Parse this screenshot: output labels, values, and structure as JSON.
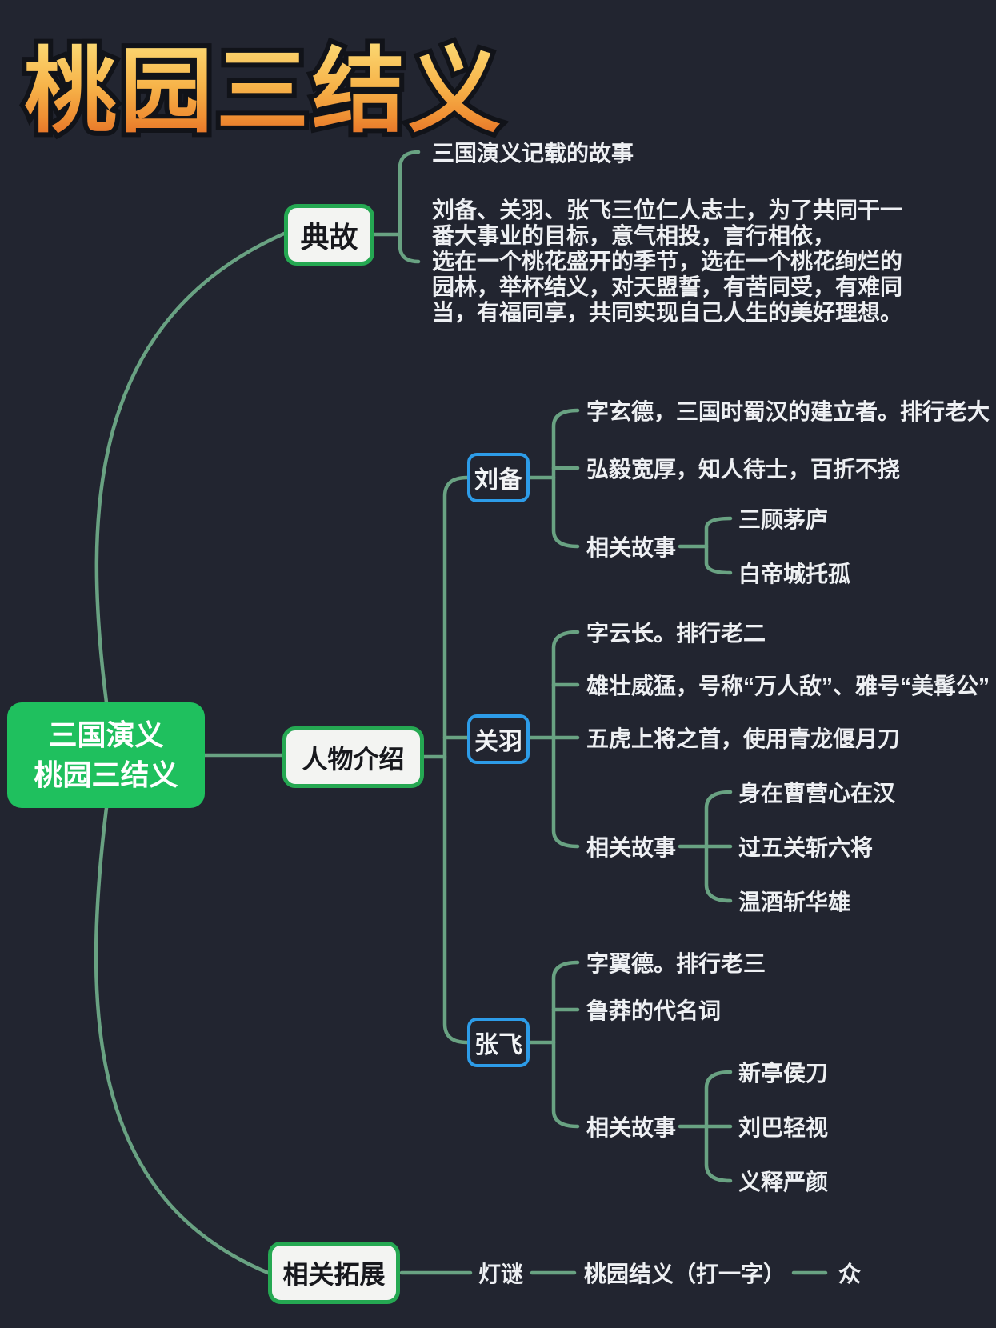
{
  "title": "桃园三结义",
  "colors": {
    "background": "#222530",
    "connector": "#69a282",
    "root_fill": "#1fc05e",
    "green_border": "#25a852",
    "blue_border": "#2d9ce8",
    "white_node_fill": "#f3f4f2",
    "text_light": "#eef0f3",
    "text_dark": "#17181d",
    "title_gold": "#f7b44a"
  },
  "root": {
    "lines": [
      "三国演义",
      "桃园三结义"
    ]
  },
  "allusion": {
    "label": "典故",
    "summary": "三国演义记载的故事",
    "paragraph_lines": [
      "刘备、关羽、张飞三位仁人志士，为了共同干一",
      "番大事业的目标，意气相投，言行相依，",
      "选在一个桃花盛开的季节，选在一个桃花绚烂的",
      "园林，举杯结义，对天盟誓，有苦同受，有难同",
      "当，有福同享，共同实现自己人生的美好理想。"
    ]
  },
  "characters": {
    "label": "人物介绍",
    "liubei": {
      "name": "刘备",
      "items": [
        "字玄德，三国时蜀汉的建立者。排行老大",
        "弘毅宽厚，知人待士，百折不挠"
      ],
      "stories_label": "相关故事",
      "stories": [
        "三顾茅庐",
        "白帝城托孤"
      ]
    },
    "guanyu": {
      "name": "关羽",
      "items": [
        "字云长。排行老二",
        "雄壮威猛，号称“万人敌”、雅号“美髯公”",
        "五虎上将之首，使用青龙偃月刀"
      ],
      "stories_label": "相关故事",
      "stories": [
        "身在曹营心在汉",
        "过五关斩六将",
        "温酒斩华雄"
      ]
    },
    "zhangfei": {
      "name": "张飞",
      "items": [
        "字翼德。排行老三",
        "鲁莽的代名词"
      ],
      "stories_label": "相关故事",
      "stories": [
        "新亭侯刀",
        "刘巴轻视",
        "义释严颜"
      ]
    }
  },
  "extension": {
    "label": "相关拓展",
    "chain": [
      "灯谜",
      "桃园结义（打一字）",
      "众"
    ]
  }
}
